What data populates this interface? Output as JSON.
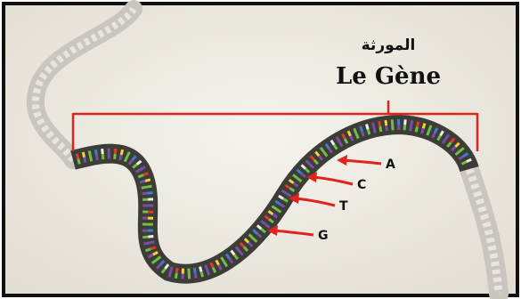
{
  "title_arabic": "المورثة",
  "title_french": "Le Gène",
  "base_labels": [
    "A",
    "C",
    "T",
    "G"
  ],
  "colors": {
    "frame": "#111111",
    "background": "#efece4",
    "bracket": "#e0231c",
    "arrow": "#e0231c",
    "strand": "#3d3d38",
    "faded_strand": "#c6c3bc",
    "rung_palette": [
      "#e23a2b",
      "#f3d23a",
      "#6fbf4a",
      "#3a7fd0",
      "#f0f0f0",
      "#7a4fa3"
    ]
  }
}
